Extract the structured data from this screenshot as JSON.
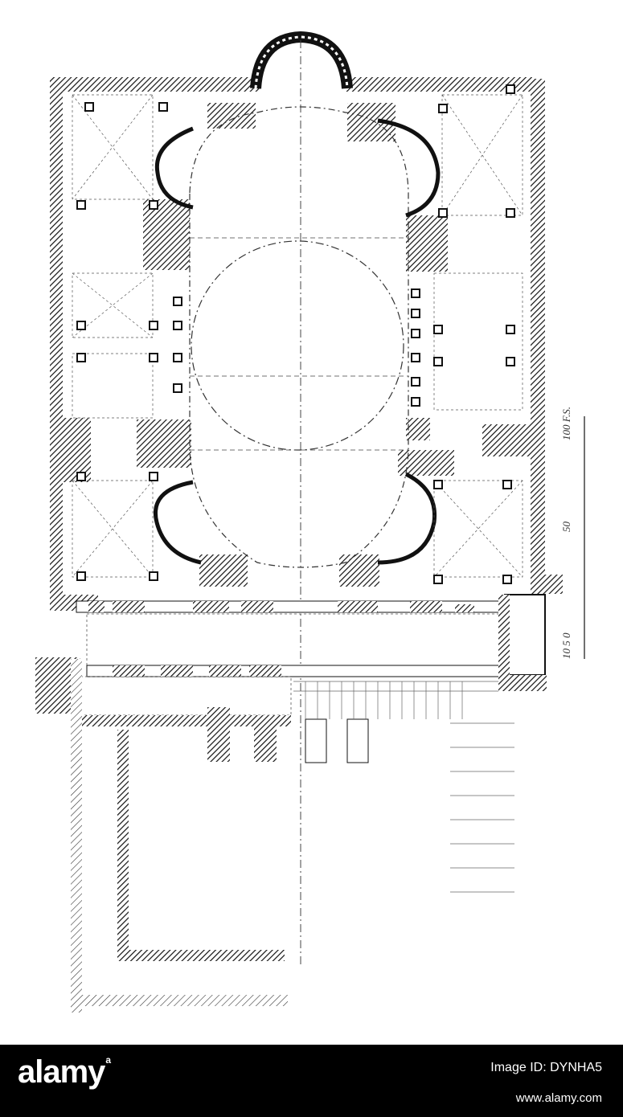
{
  "figure": {
    "scale_bar": {
      "labels": [
        "100 F.S.",
        "50",
        "10 5 0"
      ]
    }
  },
  "watermark": {
    "logo": "alamy",
    "logo_mark": "a",
    "image_id": "Image ID: DYNHA5",
    "url": "www.alamy.com"
  }
}
